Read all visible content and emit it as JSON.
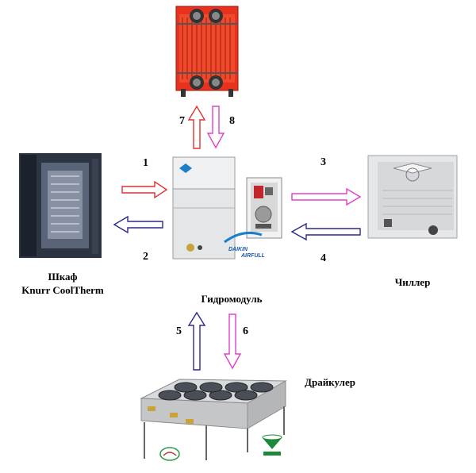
{
  "labels": {
    "cabinet": "Шкаф",
    "cabinet_model": "Knurr CoolTherm",
    "hydromodule": "Гидромодуль",
    "chiller": "Чиллер",
    "drycooler": "Драйкулер"
  },
  "brand": {
    "daikin": "DAIKIN",
    "airfull": "AIRFULL"
  },
  "arrows": [
    {
      "num": "1",
      "color": "#e03030"
    },
    {
      "num": "2",
      "color": "#2a2a8a"
    },
    {
      "num": "3",
      "color": "#e040c8"
    },
    {
      "num": "4",
      "color": "#2a2a8a"
    },
    {
      "num": "5",
      "color": "#2a2a8a"
    },
    {
      "num": "6",
      "color": "#e040c8"
    },
    {
      "num": "7",
      "color": "#e03030"
    },
    {
      "num": "8",
      "color": "#e040c8"
    }
  ]
}
